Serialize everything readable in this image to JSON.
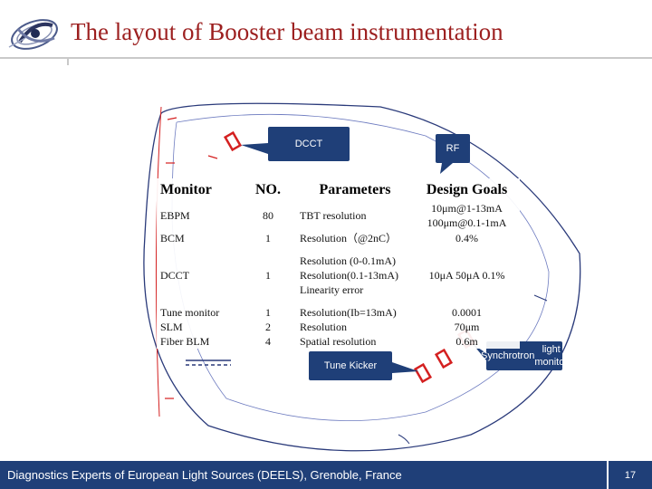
{
  "slide": {
    "title": "The layout of Booster beam instrumentation",
    "footer": "Diagnostics Experts of European Light Sources (DEELS), Grenoble, France",
    "page_number": "17"
  },
  "diagram": {
    "labels": {
      "dcct": "DCCT",
      "rf": "RF",
      "tune_kicker": "Tune Kicker",
      "synchrotron_line1": "Synchrotron",
      "synchrotron_line2": "light monitor"
    },
    "colors": {
      "callout": "#1f3f78",
      "ring": "#2a3a7a",
      "marker": "#d42020"
    }
  },
  "table": {
    "headers": [
      "Monitor",
      "NO.",
      "Parameters",
      "Design Goals"
    ],
    "rows": [
      {
        "monitor": "EBPM",
        "no": "80",
        "param": "TBT resolution",
        "goal": "10μm@1-13mA 100μm@0.1-1mA"
      },
      {
        "monitor": "BCM",
        "no": "1",
        "param": "Resolution（@2nC）",
        "goal": "0.4%"
      },
      {
        "monitor": "DCCT",
        "no": "1",
        "param": "Resolution (0-0.1mA) Resolution(0.1-13mA) Linearity error",
        "goal": "10μA 50μA 0.1%"
      },
      {
        "monitor": "Tune monitor",
        "no": "1",
        "param": "Resolution(Ib=13mA)",
        "goal": "0.0001"
      },
      {
        "monitor": "SLM",
        "no": "2",
        "param": "Resolution",
        "goal": "70μm"
      },
      {
        "monitor": "Fiber BLM",
        "no": "4",
        "param": "Spatial resolution",
        "goal": "0.6m"
      }
    ]
  }
}
